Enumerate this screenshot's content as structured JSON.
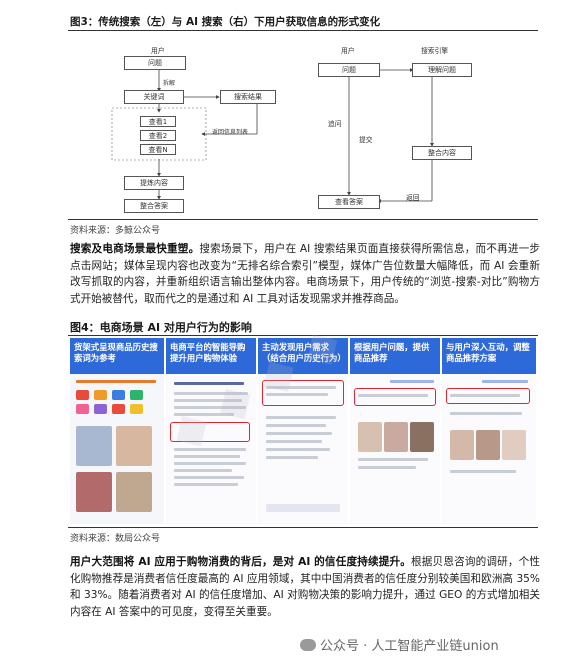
{
  "figure3": {
    "title": "图3：传统搜索（左）与 AI 搜索（右）下用户获取信息的形式变化",
    "left": {
      "user_label": "用户",
      "question": "问题",
      "break_down": "拆解",
      "keyword": "关键词",
      "search_results": "搜索结果",
      "results_label": "返回信息列表",
      "links": [
        "查看1",
        "查看2",
        "查看N"
      ],
      "filter": "提炼内容",
      "answer": "整合答案"
    },
    "right": {
      "user_label": "用户",
      "engine_label": "搜索引擎",
      "question": "问题",
      "understand": "理解问题",
      "ask_more": "追问",
      "submit": "提交",
      "integrate": "整合内容",
      "return": "返回",
      "view_answer": "查看答案"
    },
    "source": "资料来源：多鲸公众号"
  },
  "para1": {
    "bold": "搜索及电商场景最快重塑。",
    "text": "搜索场景下，用户在 AI 搜索结果页面直接获得所需信息，而不再进一步点击网站；媒体呈现内容也改变为“无排名综合索引”模型，媒体广告位数量大幅降低，而 AI 会重新改写抓取的内容，并重新组织语言输出整体内容。电商场景下，用户传统的“浏览-搜索-对比”购物方式开始被替代，取而代之的是通过和 AI 工具对话发现需求并推荐商品。"
  },
  "figure4": {
    "title": "图4：电商场景 AI 对用户行为的影响",
    "panels": [
      "货架式呈现商品历史搜索词为参考",
      "电商平台的智能导购提升用户购物体验",
      "主动发现用户需求（结合用户历史行为）",
      "根据用户问题，提供商品推荐",
      "与用户深入互动，调整商品推荐方案"
    ],
    "source": "资料来源：数局公众号"
  },
  "para2": {
    "bold": "用户大范围将 AI 应用于购物消费的背后，是对 AI 的信任度持续提升。",
    "text": "根据贝恩咨询的调研，个性化购物推荐是消费者信任度最高的 AI 应用领域，其中中国消费者的信任度分别较美国和欧洲高 35%和 33%。随着消费者对 AI 的信任度增加、AI 对购物决策的影响力提升，通过 GEO 的方式增加相关内容在 AI 答案中的可见度，变得至关重要。"
  },
  "footer": {
    "watermark": "公众号 · 人工智能产业链union"
  },
  "colors": {
    "accent_blue": "#2e69d9",
    "highlight_red": "#e0262f"
  }
}
